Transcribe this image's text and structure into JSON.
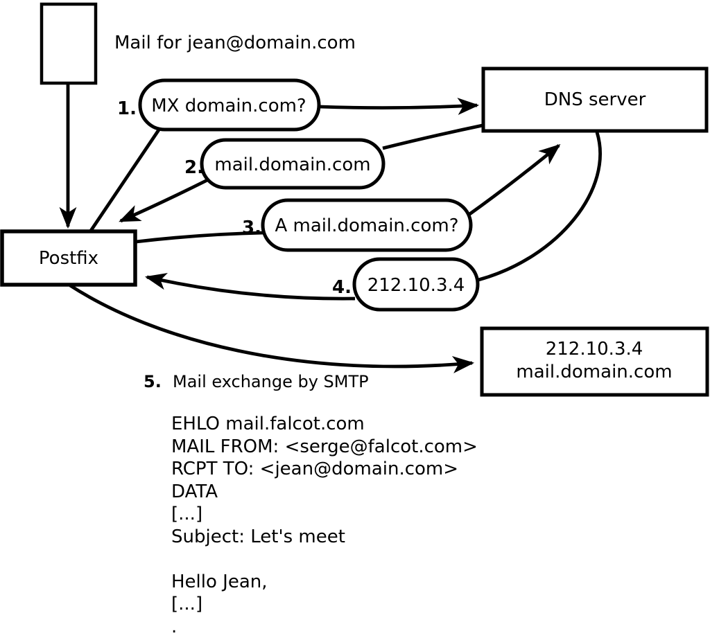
{
  "colors": {
    "ink": "#000000",
    "paper": "#ffffff"
  },
  "diagram": {
    "mail_note": "Mail for jean@domain.com",
    "postfix_label": "Postfix",
    "dns_label": "DNS server",
    "mail_server": {
      "ip": "212.10.3.4",
      "hostname": "mail.domain.com"
    },
    "steps": [
      {
        "num": "1.",
        "label": "MX domain.com?"
      },
      {
        "num": "2.",
        "label": "mail.domain.com"
      },
      {
        "num": "3.",
        "label": "A mail.domain.com?"
      },
      {
        "num": "4.",
        "label": "212.10.3.4"
      },
      {
        "num": "5.",
        "label": "Mail exchange by SMTP"
      }
    ],
    "smtp_session": {
      "lines": [
        "EHLO mail.falcot.com",
        "MAIL FROM: <serge@falcot.com>",
        "RCPT TO: <jean@domain.com>",
        "DATA",
        "[...]",
        "Subject: Let's meet",
        "",
        "Hello Jean,",
        "[...]",
        "."
      ]
    }
  }
}
